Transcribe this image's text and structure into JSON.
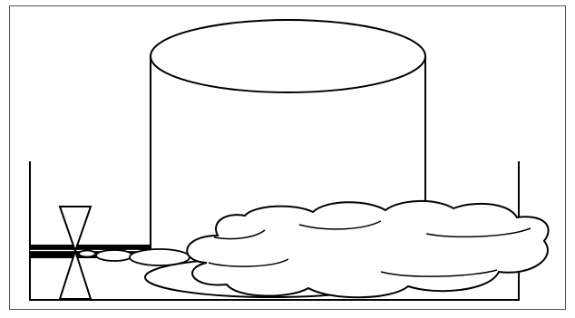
{
  "diagram": {
    "colors": {
      "stroke": "#000000",
      "fill": "#ffffff",
      "pipe": "#000000",
      "border": "#555555"
    },
    "elements": [
      "storage-tank",
      "dike-wall",
      "pipe",
      "valve",
      "leak-droplets",
      "vapor-cloud",
      "liquid-pool"
    ]
  }
}
